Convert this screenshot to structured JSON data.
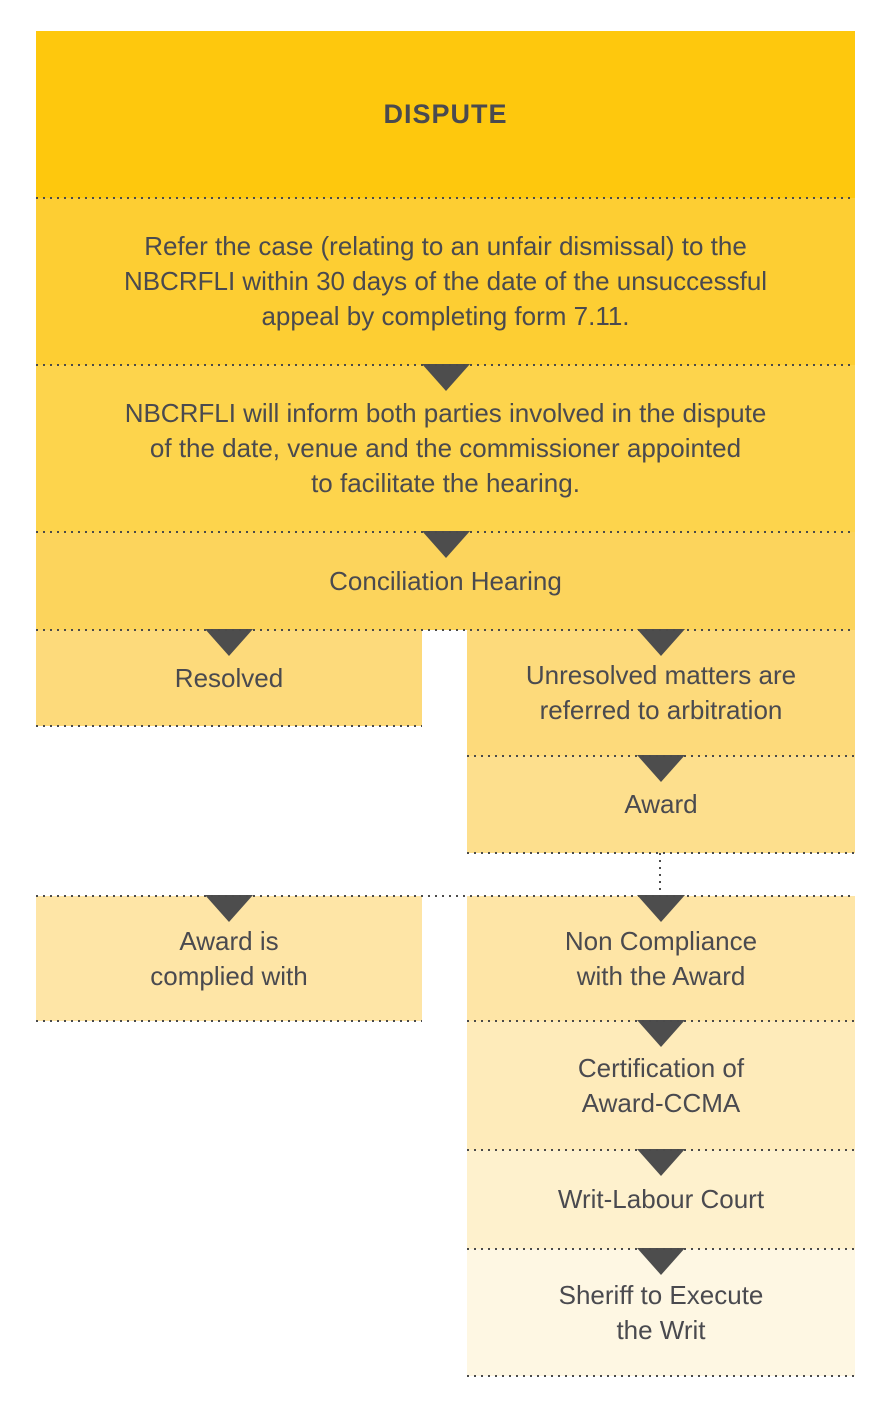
{
  "page": {
    "background": "#ffffff",
    "description_of_content": "Dispute resolution process flowchart"
  },
  "colors": {
    "ink": "#4a4a4f",
    "arrow": "#4d4d4d",
    "dots": "#4a4a4a",
    "band1": "#fec80d",
    "band2": "#fdce33",
    "band3": "#fdd44c",
    "band4": "#fcd45c",
    "band5": "#fdda7b",
    "band6": "#fddf8d",
    "band7": "#fee5a6",
    "band8": "#feebba",
    "band9": "#fef1cd",
    "band10": "#fef7e3"
  },
  "flow": {
    "dispute": "DISPUTE",
    "refer": "Refer the case (relating to an unfair dismissal) to the\nNBCRFLI within 30 days of the date of the unsuccessful\nappeal by completing form 7.11.",
    "inform": "NBCRFLI will inform both parties involved in the dispute\nof the date, venue and the commissioner appointed\nto facilitate the hearing.",
    "conciliation": "Conciliation Hearing",
    "resolved": "Resolved",
    "unresolved": "Unresolved matters are\nreferred to arbitration",
    "award": "Award",
    "complied": "Award is\ncomplied with",
    "noncompliance": "Non Compliance\nwith the Award",
    "certification": "Certification of\nAward-CCMA",
    "writ": "Writ-Labour Court",
    "sheriff": "Sheriff to Execute\nthe Writ"
  }
}
